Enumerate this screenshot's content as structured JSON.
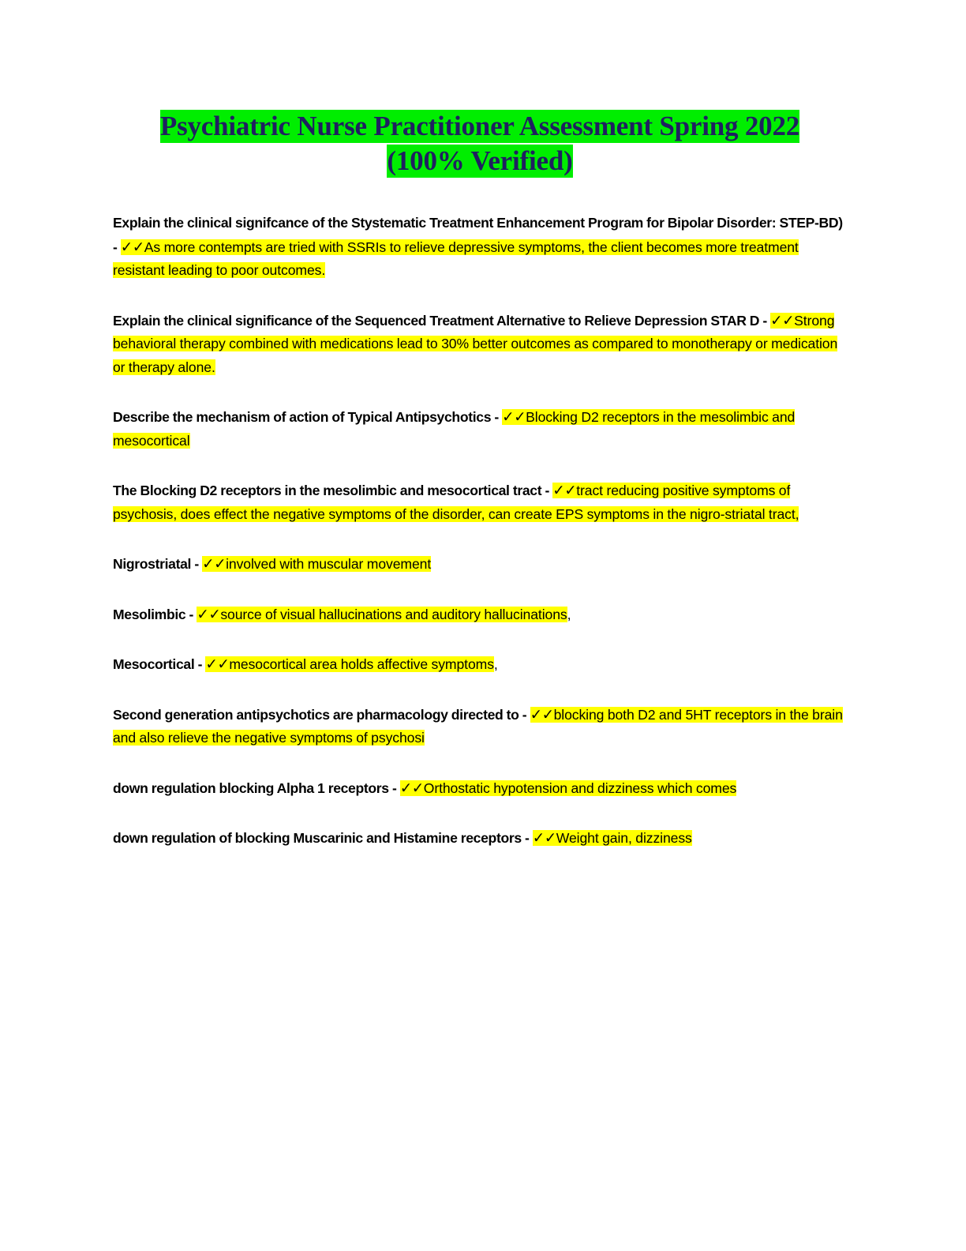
{
  "document": {
    "title_lines": [
      "Psychiatric Nurse Practitioner Assessment Spring 2022",
      "(100% Verified)"
    ],
    "title_highlight_color": "#00ee00",
    "title_text_color": "#1f2060",
    "answer_highlight_color": "#ffff00",
    "body_text_color": "#000000",
    "page_background": "#ffffff",
    "check_mark": "✓✓"
  },
  "qa_blocks": [
    {
      "question": "Explain the clinical signifcance of the Stystematic Treatment Enhancement Program for Bipolar Disorder: STEP-BD) - ",
      "answer": "As more contempts are tried with SSRIs to relieve depressive symptoms, the client becomes more treatment resistant leading to poor outcomes.",
      "tail": ""
    },
    {
      "question": "Explain the clinical significance of the Sequenced Treatment Alternative to Relieve Depression STAR D - ",
      "answer": "Strong behavioral therapy combined with medications lead to 30% better outcomes as compared to monotherapy or medication or therapy alone.",
      "tail": ""
    },
    {
      "question": "Describe the mechanism of action of Typical Antipsychotics - ",
      "answer": "Blocking D2 receptors in the mesolimbic and mesocortical",
      "tail": ""
    },
    {
      "question": "The Blocking D2 receptors in the mesolimbic and mesocortical tract - ",
      "answer": "tract reducing positive symptoms of psychosis, does effect the negative symptoms of the disorder, can create EPS symptoms in the nigro-striatal tract,",
      "tail": ""
    },
    {
      "question": "Nigrostriatal - ",
      "answer": "involved with muscular movement",
      "tail": ""
    },
    {
      "question": "Mesolimbic - ",
      "answer": "source of visual hallucinations and auditory hallucinations",
      "tail": ","
    },
    {
      "question": "Mesocortical - ",
      "answer": "mesocortical area holds affective symptoms",
      "tail": ","
    },
    {
      "question": "Second generation antipsychotics are pharmacology directed to - ",
      "answer": "blocking both D2 and 5HT receptors in the brain and also relieve the negative symptoms of psychosi",
      "tail": ""
    },
    {
      "question": "down regulation blocking Alpha 1 receptors - ",
      "answer": "Orthostatic hypotension and dizziness which comes",
      "tail": ""
    },
    {
      "question": "down regulation of blocking Muscarinic and Histamine receptors - ",
      "answer": "Weight gain, dizziness",
      "tail": ""
    }
  ]
}
